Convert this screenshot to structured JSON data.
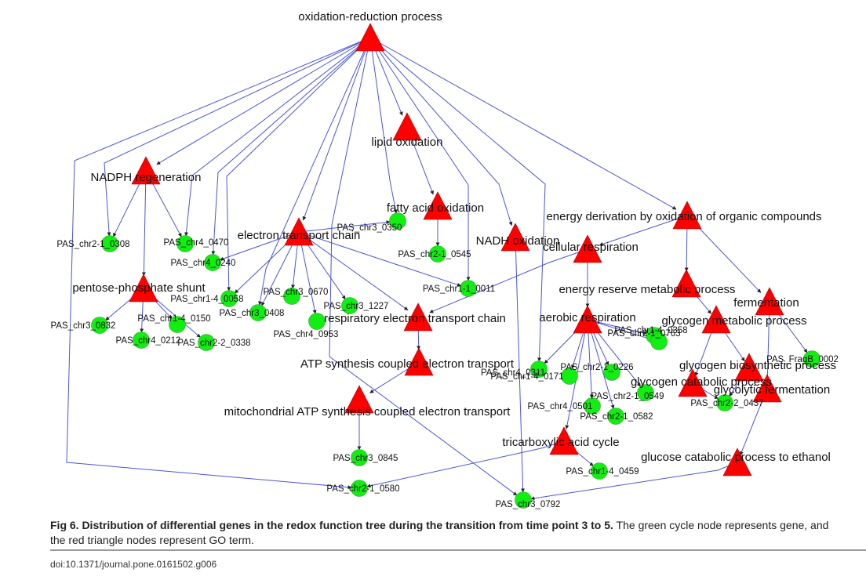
{
  "figure": {
    "caption_bold": "Fig 6. Distribution of differential genes in the redox function tree during the transition from time point 3 to 5.",
    "caption_rest": " The green cycle node represents gene, and the red triangle nodes represent GO term.",
    "doi": "doi:10.1371/journal.pone.0161502.g006"
  },
  "legend": {
    "gene_shape": "green-circle",
    "term_shape": "red-triangle",
    "gene_color": "#11ee11",
    "term_color": "#ff0000",
    "edge_color": "#4b55d6"
  },
  "nodes": {
    "terms": [
      {
        "id": "oxred",
        "label": "oxidation-reduction process"
      },
      {
        "id": "lipidox",
        "label": "lipid oxidation"
      },
      {
        "id": "nadphregen",
        "label": "NADPH regeneration"
      },
      {
        "id": "fattyacidox",
        "label": "fatty acid oxidation"
      },
      {
        "id": "etc",
        "label": "electron transport chain"
      },
      {
        "id": "nadhox",
        "label": "NADH oxidation"
      },
      {
        "id": "energyderiv",
        "label": "energy derivation by oxidation of organic compounds"
      },
      {
        "id": "cellresp",
        "label": "cellular respiration"
      },
      {
        "id": "energyreserve",
        "label": "energy reserve metabolic process"
      },
      {
        "id": "fermentation",
        "label": "fermentation"
      },
      {
        "id": "pentose",
        "label": "pentose-phosphate shunt"
      },
      {
        "id": "respetc",
        "label": "respiratory electron transport chain"
      },
      {
        "id": "aerobic",
        "label": "aerobic respiration"
      },
      {
        "id": "glycogenmet",
        "label": "glycogen metabolic process"
      },
      {
        "id": "atpsynth",
        "label": "ATP synthesis coupled electron transport"
      },
      {
        "id": "glycogenbio",
        "label": "glycogen biosynthetic process"
      },
      {
        "id": "glycogencat",
        "label": "glycogen catabolic process"
      },
      {
        "id": "glycolytic",
        "label": "glycolytic fermentation"
      },
      {
        "id": "mitoatp",
        "label": "mitochondrial ATP synthesis coupled electron transport"
      },
      {
        "id": "tca",
        "label": "tricarboxylic acid cycle"
      },
      {
        "id": "glucosecat",
        "label": "glucose catabolic process to ethanol"
      }
    ],
    "genes": [
      {
        "id": "g0308",
        "label": "PAS_chr2-1_0308"
      },
      {
        "id": "g0470",
        "label": "PAS_chr4_0470"
      },
      {
        "id": "g0350",
        "label": "PAS_chr3_0350"
      },
      {
        "id": "g0545",
        "label": "PAS_chr2-1_0545"
      },
      {
        "id": "g0240",
        "label": "PAS_chr4_0240"
      },
      {
        "id": "g0011",
        "label": "PAS_chr1-1_0011"
      },
      {
        "id": "g0058",
        "label": "PAS_chr1-4_0058"
      },
      {
        "id": "g0670",
        "label": "PAS_chr3_0670"
      },
      {
        "id": "g1227",
        "label": "PAS_chr3_1227"
      },
      {
        "id": "g0408",
        "label": "PAS_chr3_0408"
      },
      {
        "id": "g0953",
        "label": "PAS_chr4_0953"
      },
      {
        "id": "g0832",
        "label": "PAS_chr3_0832"
      },
      {
        "id": "g0150",
        "label": "PAS_chr1-4_0150"
      },
      {
        "id": "g0212",
        "label": "PAS_chr4_0212"
      },
      {
        "id": "g0338",
        "label": "PAS_chr2-2_0338"
      },
      {
        "id": "g0358",
        "label": "PAS_chr1-4_0358"
      },
      {
        "id": "g0763",
        "label": "PAS_chr2-1_0763"
      },
      {
        "id": "g0311",
        "label": "PAS_chr4_0311"
      },
      {
        "id": "g0226",
        "label": "PAS_chr2-1_0226"
      },
      {
        "id": "g0171",
        "label": "PAS_chr1-4_0171"
      },
      {
        "id": "g0549",
        "label": "PAS_chr2-1_0549"
      },
      {
        "id": "g0501",
        "label": "PAS_chr4_0501"
      },
      {
        "id": "g0582",
        "label": "PAS_chr2-1_0582"
      },
      {
        "id": "g0002",
        "label": "PAS_FragB_0002"
      },
      {
        "id": "g0437",
        "label": "PAS_chr2-2_0437"
      },
      {
        "id": "g0845",
        "label": "PAS_chr3_0845"
      },
      {
        "id": "g0459",
        "label": "PAS_chr1-4_0459"
      },
      {
        "id": "g0580",
        "label": "PAS_chr2-1_0580"
      },
      {
        "id": "g0792",
        "label": "PAS_chr3_0792"
      }
    ]
  },
  "edges": [
    [
      "oxred",
      "g0580"
    ],
    [
      "oxred",
      "g0308"
    ],
    [
      "oxred",
      "nadphregen"
    ],
    [
      "oxred",
      "g0470"
    ],
    [
      "oxred",
      "g0240"
    ],
    [
      "oxred",
      "g0058"
    ],
    [
      "oxred",
      "etc"
    ],
    [
      "oxred",
      "g0408"
    ],
    [
      "oxred",
      "g0350"
    ],
    [
      "oxred",
      "lipidox"
    ],
    [
      "oxred",
      "g0792"
    ],
    [
      "oxred",
      "g0011"
    ],
    [
      "oxred",
      "nadhox"
    ],
    [
      "oxred",
      "g0311"
    ],
    [
      "oxred",
      "energyderiv"
    ],
    [
      "lipidox",
      "fattyacidox"
    ],
    [
      "fattyacidox",
      "g0545"
    ],
    [
      "nadphregen",
      "g0308"
    ],
    [
      "nadphregen",
      "g0470"
    ],
    [
      "nadphregen",
      "pentose"
    ],
    [
      "pentose",
      "g0832"
    ],
    [
      "pentose",
      "g0212"
    ],
    [
      "pentose",
      "g0150"
    ],
    [
      "pentose",
      "g0338"
    ],
    [
      "etc",
      "g0350"
    ],
    [
      "etc",
      "g0240"
    ],
    [
      "etc",
      "g0058"
    ],
    [
      "etc",
      "g0408"
    ],
    [
      "etc",
      "g0670"
    ],
    [
      "etc",
      "g0953"
    ],
    [
      "etc",
      "g1227"
    ],
    [
      "etc",
      "g0011"
    ],
    [
      "etc",
      "respetc"
    ],
    [
      "respetc",
      "atpsynth"
    ],
    [
      "atpsynth",
      "mitoatp"
    ],
    [
      "mitoatp",
      "g0845"
    ],
    [
      "nadhox",
      "g0792"
    ],
    [
      "energyderiv",
      "cellresp"
    ],
    [
      "energyderiv",
      "energyreserve"
    ],
    [
      "energyderiv",
      "fermentation"
    ],
    [
      "cellresp",
      "respetc"
    ],
    [
      "cellresp",
      "aerobic"
    ],
    [
      "aerobic",
      "g0358"
    ],
    [
      "aerobic",
      "g0763"
    ],
    [
      "aerobic",
      "g0311"
    ],
    [
      "aerobic",
      "g0226"
    ],
    [
      "aerobic",
      "g0171"
    ],
    [
      "aerobic",
      "g0549"
    ],
    [
      "aerobic",
      "g0501"
    ],
    [
      "aerobic",
      "g0582"
    ],
    [
      "aerobic",
      "tca"
    ],
    [
      "tca",
      "g0459"
    ],
    [
      "tca",
      "g0580"
    ],
    [
      "energyreserve",
      "glycogenmet"
    ],
    [
      "glycogenmet",
      "glycogencat"
    ],
    [
      "glycogenmet",
      "glycogenbio"
    ],
    [
      "glycogencat",
      "g0437"
    ],
    [
      "glycogenbio",
      "g0437"
    ],
    [
      "fermentation",
      "glycolytic"
    ],
    [
      "fermentation",
      "g0002"
    ],
    [
      "glycolytic",
      "glucosecat"
    ],
    [
      "glucosecat",
      "g0792"
    ]
  ]
}
